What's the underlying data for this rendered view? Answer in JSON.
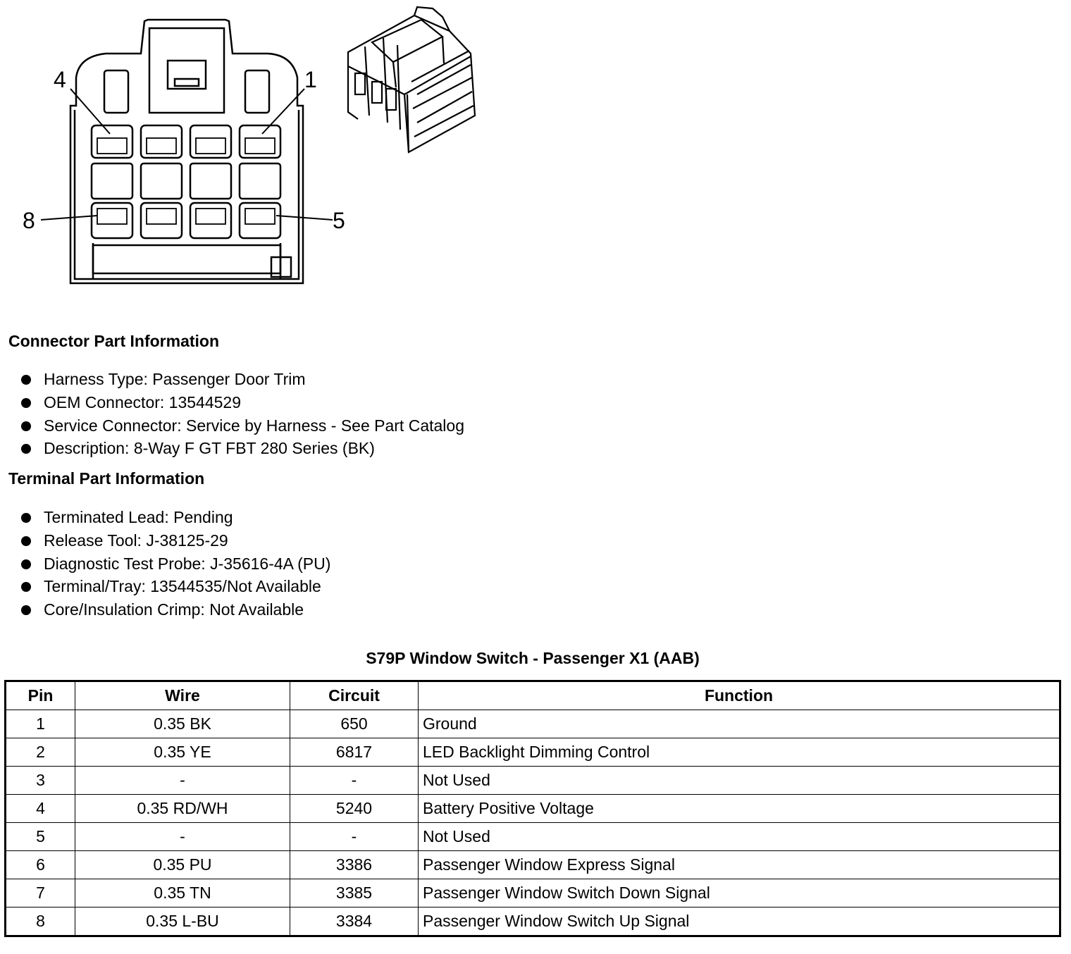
{
  "diagram": {
    "pin_callouts": [
      "4",
      "1",
      "8",
      "5"
    ]
  },
  "connector_info": {
    "heading": "Connector Part Information",
    "items": [
      "Harness Type: Passenger Door Trim",
      "OEM Connector: 13544529",
      "Service Connector: Service by Harness - See Part Catalog",
      "Description: 8-Way F GT FBT 280 Series (BK)"
    ]
  },
  "terminal_info": {
    "heading": "Terminal Part Information",
    "items": [
      "Terminated Lead: Pending",
      "Release Tool: J-38125-29",
      "Diagnostic Test Probe: J-35616-4A (PU)",
      "Terminal/Tray: 13544535/Not Available",
      "Core/Insulation Crimp: Not Available"
    ]
  },
  "table": {
    "title": "S79P Window Switch - Passenger X1 (AAB)",
    "headers": [
      "Pin",
      "Wire",
      "Circuit",
      "Function"
    ],
    "rows": [
      [
        "1",
        "0.35 BK",
        "650",
        "Ground"
      ],
      [
        "2",
        "0.35 YE",
        "6817",
        "LED Backlight Dimming Control"
      ],
      [
        "3",
        "-",
        "-",
        "Not Used"
      ],
      [
        "4",
        "0.35 RD/WH",
        "5240",
        "Battery Positive Voltage"
      ],
      [
        "5",
        "-",
        "-",
        "Not Used"
      ],
      [
        "6",
        "0.35 PU",
        "3386",
        "Passenger Window Express Signal"
      ],
      [
        "7",
        "0.35 TN",
        "3385",
        "Passenger Window Switch Down Signal"
      ],
      [
        "8",
        "0.35 L-BU",
        "3384",
        "Passenger Window Switch Up Signal"
      ]
    ]
  }
}
